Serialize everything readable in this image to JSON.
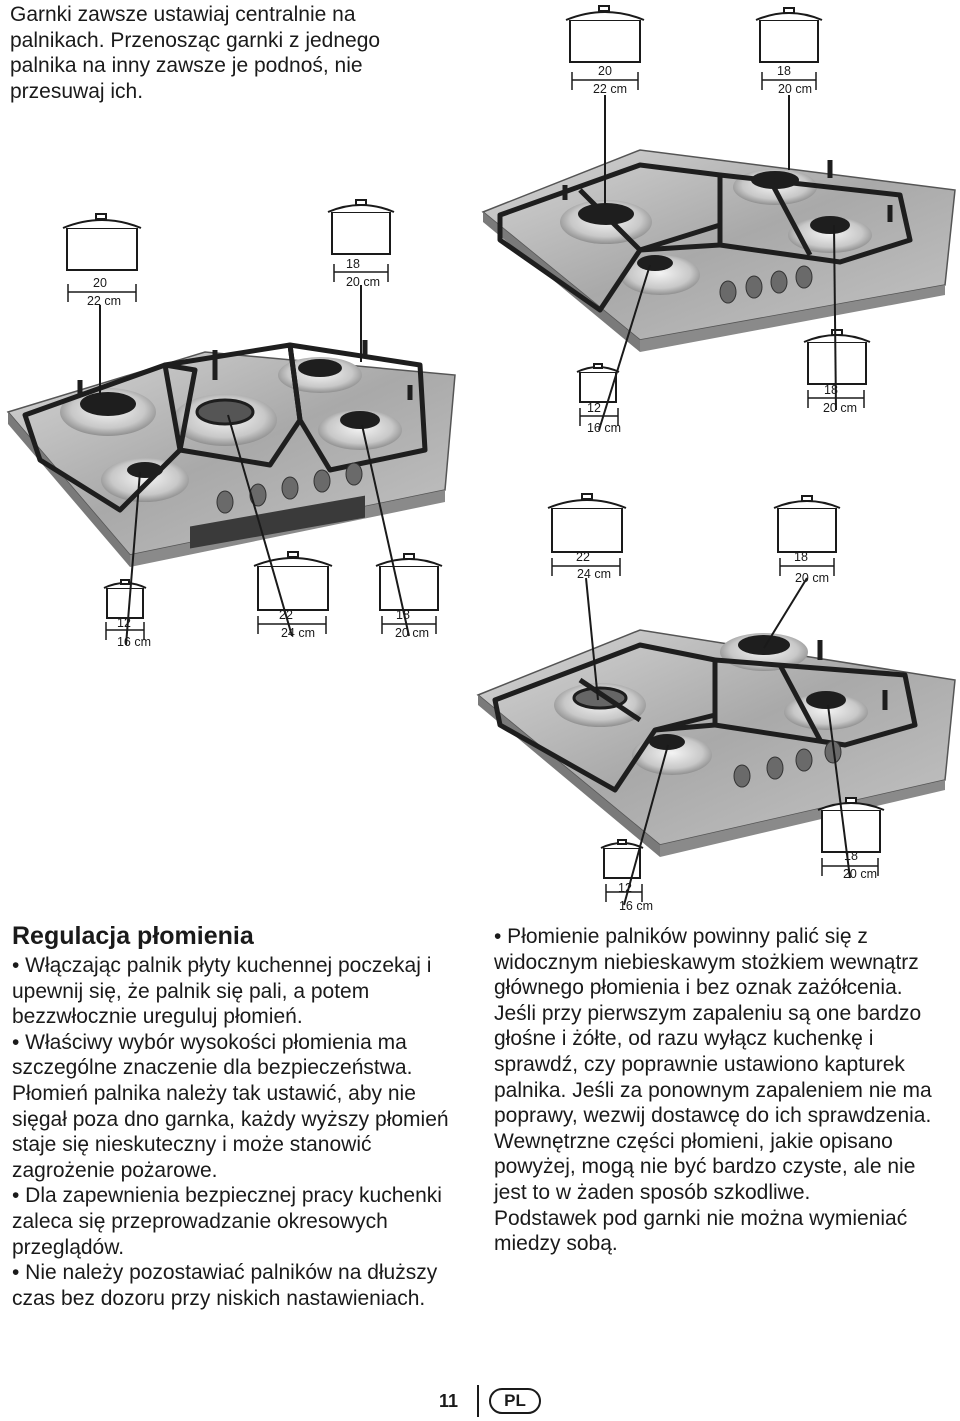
{
  "intro_text": "Garnki zawsze ustawiaj centralnie na palnikach. Przenosząc garnki z jednego palnika na inny zawsze je podnoś, nie przesuwaj ich.",
  "section_title": "Regulacja płomienia",
  "left_paragraphs": [
    "• Włączając palnik płyty kuchennej poczekaj i upewnij się, że palnik się pali, a potem bezzwłocznie ureguluj płomień.",
    "• Właściwy wybór wysokości płomienia ma szczególne znaczenie dla bezpieczeństwa. Płomień palnika należy tak ustawić, aby nie sięgał poza dno garnka, każdy wyższy płomień staje się nieskuteczny i może stanowić zagrożenie pożarowe.",
    "• Dla zapewnienia bezpiecznej pracy kuchenki zaleca się przeprowadzanie okresowych przeglądów.",
    "• Nie należy pozostawiać palników na dłuższy czas bez dozoru przy niskich nastawieniach."
  ],
  "right_paragraphs": [
    "• Płomienie palników powinny palić się z widocznym niebieskawym stożkiem wewnątrz głównego płomienia i bez oznak zażółcenia. Jeśli przy pierwszym zapaleniu są one bardzo głośne i żółte, od razu wyłącz kuchenkę i sprawdź, czy poprawnie ustawiono kapturek palnika. Jeśli za ponownym zapaleniem nie ma poprawy, wezwij dostawcę do ich sprawdzenia.",
    "Wewnętrzne części płomieni, jakie opisano powyżej, mogą nie być bardzo czyste, ale nie jest to w żaden sposób szkodliwe.",
    "Podstawek pod garnki nie można wymieniać miedzy sobą."
  ],
  "pot_labels": {
    "l20": "20",
    "l22": "22",
    "l18": "18",
    "l12": "12",
    "l24": "24",
    "cm22": "22 cm",
    "cm20": "20 cm",
    "cm16": "16 cm",
    "cm24": "24 cm"
  },
  "footer": {
    "page_number": "11",
    "language": "PL"
  },
  "colors": {
    "text": "#1a1a1a",
    "steel": "#b9b9b9",
    "grate": "#1e1e1e"
  }
}
